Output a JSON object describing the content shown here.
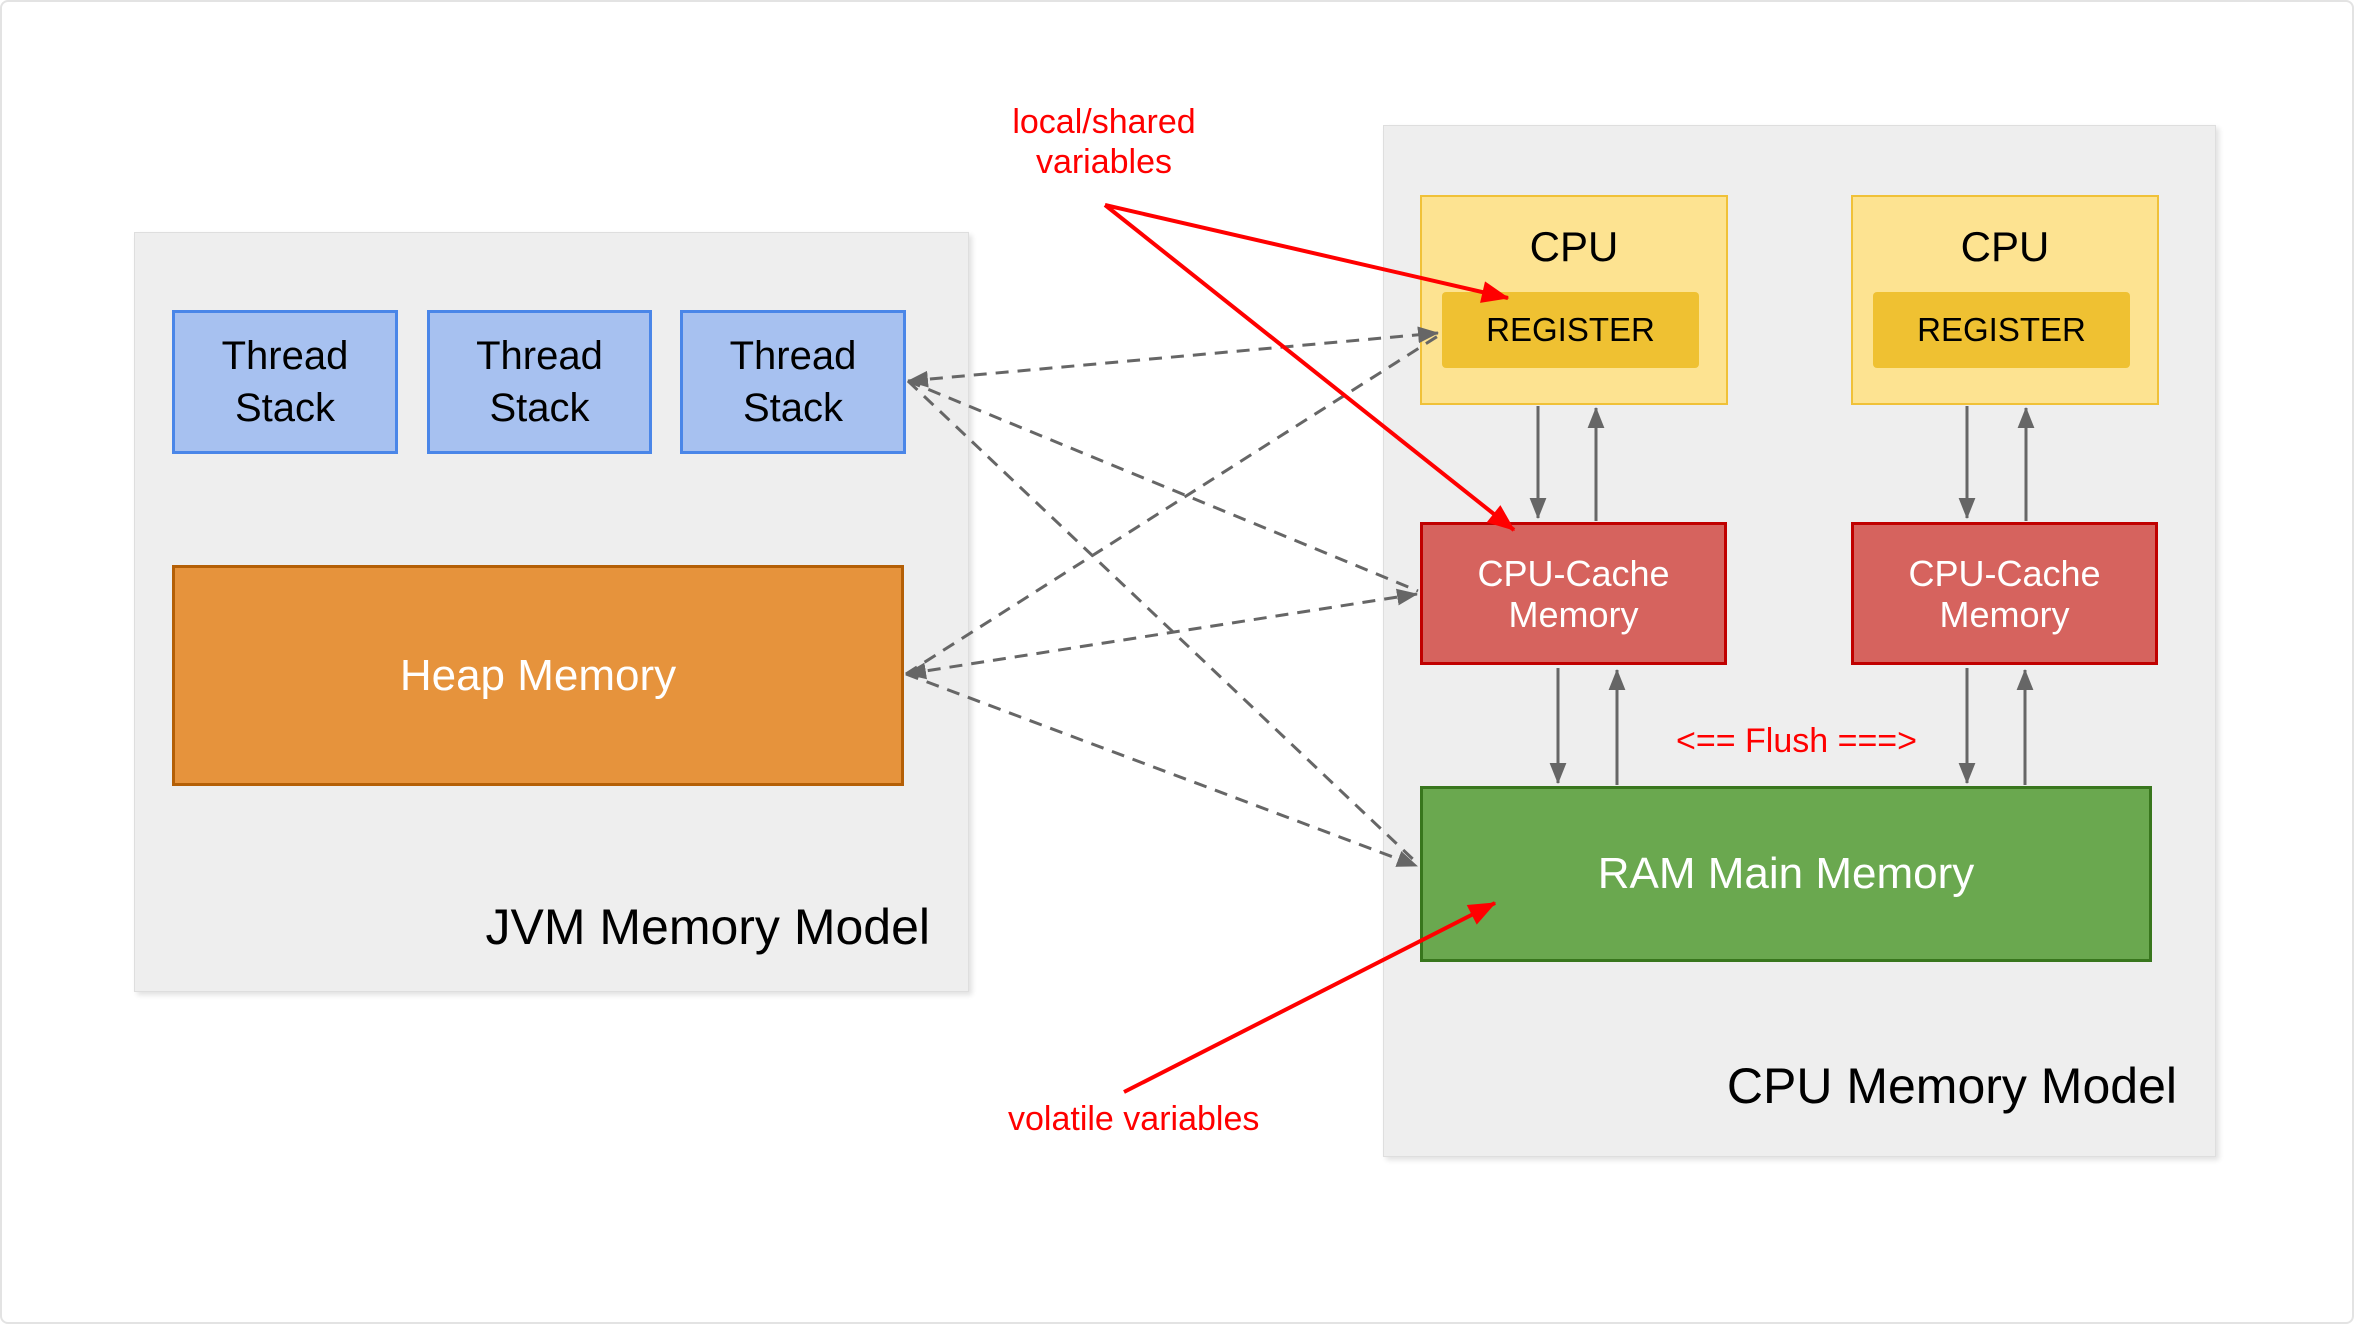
{
  "jvm": {
    "label": "JVM Memory Model",
    "thread_stacks": [
      {
        "lines": [
          "Thread",
          "Stack"
        ]
      },
      {
        "lines": [
          "Thread",
          "Stack"
        ]
      },
      {
        "lines": [
          "Thread",
          "Stack"
        ]
      }
    ],
    "heap": {
      "label": "Heap Memory"
    }
  },
  "cpu": {
    "label": "CPU Memory Model",
    "units": [
      {
        "cpu_label": "CPU",
        "register_label": "REGISTER",
        "cache_lines": [
          "CPU-Cache",
          "Memory"
        ]
      },
      {
        "cpu_label": "CPU",
        "register_label": "REGISTER",
        "cache_lines": [
          "CPU-Cache",
          "Memory"
        ]
      }
    ],
    "ram": {
      "label": "RAM Main Memory"
    },
    "flush": {
      "label": "<== Flush ===>"
    }
  },
  "annotations": {
    "local_shared": {
      "lines": [
        "local/shared",
        "variables"
      ]
    },
    "volatile": {
      "label": "volatile variables"
    }
  },
  "colors": {
    "thread_stack_fill": "#A7C1F0",
    "thread_stack_border": "#4A86E8",
    "heap_fill": "#E6933C",
    "heap_border": "#B45F06",
    "cpu_fill": "#FDE391",
    "cpu_border": "#F0C138",
    "register_fill": "#EFC132",
    "cache_fill": "#D6635E",
    "cache_border": "#C00000",
    "ram_fill": "#6AA84F",
    "ram_border": "#38761D",
    "panel_fill": "#EEEEEE",
    "connector_gray": "#666666",
    "annotation_red": "#FF0000"
  }
}
